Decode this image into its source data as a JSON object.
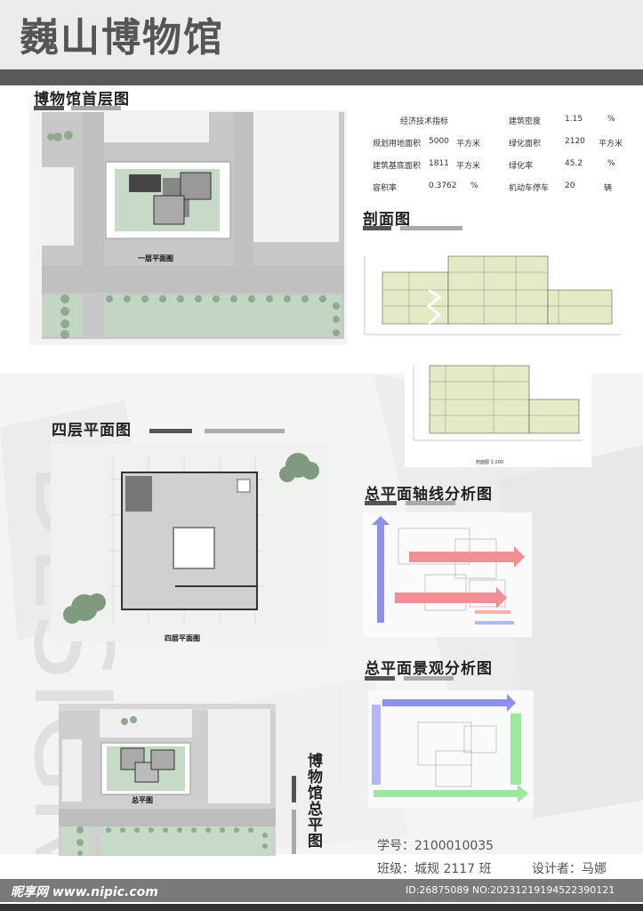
{
  "header": {
    "title": "巍山博物馆"
  },
  "ground_floor": {
    "title": "博物馆首层图",
    "caption": "一层平面图"
  },
  "tech_table": {
    "rows": [
      [
        "经济技术指标",
        "",
        "",
        "建筑密度",
        "1.15",
        "%"
      ],
      [
        "规划用地面积",
        "5000",
        "平方米",
        "绿化面积",
        "2120",
        "平方米"
      ],
      [
        "建筑基底面积",
        "1811",
        "平方米",
        "绿化率",
        "45.2",
        "%"
      ],
      [
        "容积率",
        "0.3762",
        "%",
        "机动车停车",
        "20",
        "辆"
      ]
    ]
  },
  "section": {
    "title": "剖面图"
  },
  "fourth_floor": {
    "title": "四层平面图",
    "caption": "四层平面图"
  },
  "axis_analysis": {
    "title": "总平面轴线分析图"
  },
  "landscape_analysis": {
    "title": "总平面景观分析图"
  },
  "site_plan": {
    "caption": "总平图",
    "side_title": "博物馆总平图"
  },
  "footer": {
    "student_id": "学号：2100010035",
    "class_info": "班级：城规 2117 班",
    "designer": "设计者：马娜"
  },
  "watermark": {
    "brand": "昵享网 www.nipic.com",
    "id_line": "ID:26875089 NO:20231219194522390121"
  },
  "colors": {
    "header_bg": "#ececec",
    "header_bar": "#5a5a5a",
    "plan_green": "#c7d9c7",
    "section_fill": "#e2ebc6",
    "axis_blue": "#8f8ff0",
    "axis_red": "#f08f95",
    "landscape_green": "#9ee89e"
  }
}
